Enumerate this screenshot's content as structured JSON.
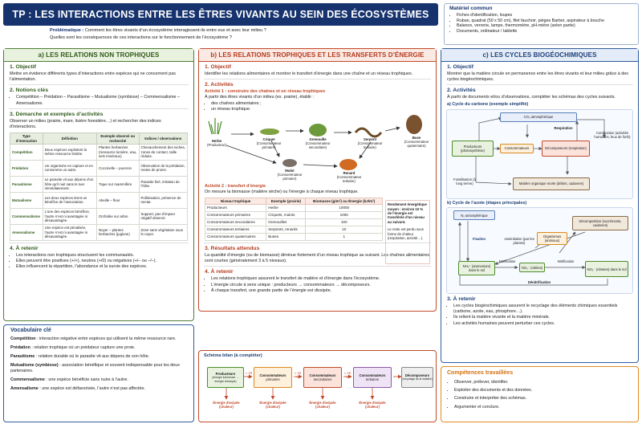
{
  "header": {
    "title": "TP : LES INTERACTIONS ENTRE LES ÊTRES VIVANTS AU SEIN DES ÉCOSYSTÈMES",
    "problem_label": "Problématique :",
    "problem_q1": "Comment les êtres vivants d’un écosystème interagissent-ils entre eux et avec leur milieu ?",
    "problem_q2": "Quelles sont les conséquences de ces interactions sur le fonctionnement de l’écosystème ?"
  },
  "materiel": {
    "title": "Matériel commun",
    "items": [
      "Fiches d’identification, loupes",
      "Ruban, quadrat (50 x 50 cm), filet fauchoir, pièges Barber, aspirateur à bouche",
      "Balance, verrerie, lampe, thermomètre, pH-mètre (selon partie)",
      "Documents, ordinateur / tablette"
    ]
  },
  "colA": {
    "title": "a)  LES RELATIONS NON TROPHIQUES",
    "s1_title": "1. Objectif",
    "s1_text": "Mettre en évidence différents types d’interactions entre espèces qui ne concernent pas l’alimentation.",
    "s2_title": "2. Notions clés",
    "s2_text": "Compétition – Prédation – Parasitisme – Mutualisme (symbiose) – Commensalisme – Amensalisme.",
    "s3_title": "3. Démarche et exemples d’activités",
    "s3_text": "Observer un milieu (prairie, mare, lisière forestière…) et rechercher des indices d’interactions.",
    "table_headers": [
      "Type d’interaction",
      "Définition",
      "Exemple observé ou recherché",
      "Indices / observations"
    ],
    "table_rows": [
      [
        "Compétition",
        "Deux espèces exploitent la même ressource limitée.",
        "Plantes herbacées (ressource lumière, eau, sels minéraux)",
        "Chevauchement des niches, zones de contact, taille réduite."
      ],
      [
        "Prédation",
        "Un organisme en capture et en consomme un autre.",
        "Coccinelle – puceron",
        "Observation de la prédation, restes de proies."
      ],
      [
        "Parasitisme",
        "Le parasite vit aux dépens d’un hôte qu’il nuit sans le tuer immédiatement.",
        "Tique sur mammifère",
        "Parasite fixé, irritation de l’hôte."
      ],
      [
        "Mutualisme",
        "Les deux espèces tirent un bénéfice de l’association.",
        "Abeille – fleur",
        "Pollinisation, présence de nectar."
      ],
      [
        "Commensalisme",
        "L’une des espèces bénéficie, l’autre n’est ni avantagée ni désavantagée.",
        "Orchidée sur arbre",
        "Support, pas d’impact négatif observé."
      ],
      [
        "Amensalisme",
        "Une espèce est pénalisée, l’autre n’est ni avantagée ni désavantagée.",
        "Noyer – plantes herbacées (juglone)",
        "Zone sans végétation sous le noyer."
      ]
    ],
    "s4_title": "4. À retenir",
    "s4_items": [
      "Les interactions non trophiques structurent les communautés.",
      "Elles peuvent être positives (+/+), neutres (+/0) ou négatives (+/– ou –/–).",
      "Elles influencent la répartition, l’abondance et la survie des espèces."
    ]
  },
  "vocab": {
    "title": "Vocabulaire clé",
    "items": [
      {
        "term": "Compétition",
        "def": " : interaction négative entre espèces qui utilisent la même ressource rare."
      },
      {
        "term": "Prédation",
        "def": " : relation trophique où un prédateur capture une proie."
      },
      {
        "term": "Parasitisme",
        "def": " : relation durable où le parasite vit aux dépens de son hôte."
      },
      {
        "term": "Mutualisme (symbiose)",
        "def": " : association bénéfique et souvent indispensable pour les deux partenaires."
      },
      {
        "term": "Commensalisme",
        "def": " : une espèce bénéficie sans nuire à l’autre."
      },
      {
        "term": "Amensalisme",
        "def": " : une espèce est défavorisée, l’autre n’est pas affectée."
      }
    ]
  },
  "colB": {
    "title": "b)  LES RELATIONS TROPHIQUES ET LES TRANSFERTS D’ÉNERGIE",
    "s1_title": "1. Objectif",
    "s1_text": "Identifier les relations alimentaires et montrer le transfert d’énergie dans une chaîne et un réseau trophiques.",
    "s2_title": "2. Activités",
    "act1": "Activité 1 : construire des chaînes et un réseau trophiques",
    "act1_text": "À partir des êtres vivants d’un milieu (ex. prairie), établir :",
    "act1_items": [
      "des chaînes alimentaires ;",
      "un réseau trophique."
    ],
    "organisms": [
      {
        "name": "Herbe",
        "role": "(Producteur)"
      },
      {
        "name": "Criquet",
        "role": "(Consommateur primaire)"
      },
      {
        "name": "Grenouille",
        "role": "(Consommateur secondaire)"
      },
      {
        "name": "Serpent",
        "role": "(Consommateur tertiaire)"
      },
      {
        "name": "Buse",
        "role": "(Consommateur quaternaire)"
      },
      {
        "name": "Mulot",
        "role": "(Consommateur primaire)"
      },
      {
        "name": "Renard",
        "role": "(Consommateur tertiaire)"
      }
    ],
    "act2": "Activité 2 : transfert d’énergie",
    "act2_text": "On mesure la biomasse (matière sèche) ou l’énergie à chaque niveau trophique.",
    "t_headers": [
      "Niveau trophique",
      "Exemple (prairie)",
      "Biomasse (g/m²) ou Énergie (kJ/m²)"
    ],
    "t_rows": [
      [
        "Producteurs",
        "Herbe",
        "10000"
      ],
      [
        "Consommateurs primaires",
        "Criquets, mulots",
        "1000"
      ],
      [
        "Consommateurs secondaires",
        "Grenouilles",
        "100"
      ],
      [
        "Consommateurs tertiaires",
        "Serpents, renards",
        "10"
      ],
      [
        "Consommateurs quaternaires",
        "Buses",
        "1"
      ]
    ],
    "note": "Rendement énergétique moyen : environ 10 % de l’énergie est transférée d’un niveau au suivant.",
    "note2": "Le reste est perdu sous forme de chaleur (respiration, activité…).",
    "s3_title": "3. Résultats attendus",
    "s3_text": "La quantité d’énergie (ou de biomasse) diminue fortement d’un niveau trophique au suivant. Les chaînes alimentaires sont courtes (généralement 3 à 5 niveaux).",
    "s4_title": "4. À retenir",
    "s4_items": [
      "Les relations trophiques assurent le transfert de matière et d’énergie dans l’écosystème.",
      "L’énergie circule à sens unique : producteurs → consommateurs → décomposeurs.",
      "À chaque transfert, une grande partie de l’énergie est dissipée."
    ]
  },
  "bilan": {
    "title": "Schéma bilan (à compléter)",
    "boxes": [
      {
        "l1": "Producteurs",
        "l2": "(énergie lumineuse → énergie chimique)"
      },
      {
        "l1": "Consommateurs",
        "l2": "primaires"
      },
      {
        "l1": "Consommateurs",
        "l2": "secondaires"
      },
      {
        "l1": "Consommateurs",
        "l2": "tertiaires"
      },
      {
        "l1": "Décomposeurs",
        "l2": "(recyclage de la matière)"
      }
    ],
    "pct": "≈ 10 %",
    "loss": "Énergie dissipée (chaleur)"
  },
  "colC": {
    "title": "c)  LES CYCLES BIOGÉOCHIMIQUES",
    "s1_title": "1. Objectif",
    "s1_text": "Montrer que la matière circule en permanence entre les êtres vivants et leur milieu grâce à des cycles biogéochimiques.",
    "s2_title": "2. Activités",
    "s2_text": "À partir de documents et/ou d’observations, compléter les schémas des cycles suivants.",
    "carbon_title": "a) Cycle du carbone (exemple simplifié)",
    "carbon": {
      "co2": "CO₂ atmosphérique",
      "respiration": "Respiration",
      "prod": "Producteurs (photosynthèse)",
      "cons": "Consommateurs",
      "decomp": "Décomposeurs (respiration)",
      "combustion": "Combustion (activités humaines, feux de forêt)",
      "foss": "Fossilisation (à long terme)",
      "mom": "Matière organique morte (débris, cadavres)"
    },
    "nitrogen_title": "b) Cycle de l’azote (étapes principales)",
    "nitrogen": {
      "n2": "N₂ atmosphérique",
      "decomp": "Décomposition (excréments, cadavres)",
      "fix": "Fixation",
      "assim": "Assimilation (par les plantes)",
      "orgs": "Organismes (animaux)",
      "nh4": "NH₄⁺ (ammonium) dans le sol",
      "no2": "NO₂⁻ (nitrites)",
      "no3": "NO₃⁻ (nitrates) dans le sol",
      "nitrif": "Nitrification",
      "nitrif2": "Nitrification",
      "denitrif": "Dénitrification"
    },
    "s3_title": "3. À retenir",
    "s3_items": [
      "Les cycles biogéochimiques assurent le recyclage des éléments chimiques essentiels (carbone, azote, eau, phosphore…).",
      "Ils relient la matière vivante et la matière minérale.",
      "Les activités humaines peuvent perturber ces cycles."
    ]
  },
  "competences": {
    "title": "Compétences travaillées",
    "items": [
      "Observer, prélever, identifier.",
      "Exploiter des documents et des données.",
      "Construire et interpréter des schémas.",
      "Argumenter et conclure."
    ]
  }
}
